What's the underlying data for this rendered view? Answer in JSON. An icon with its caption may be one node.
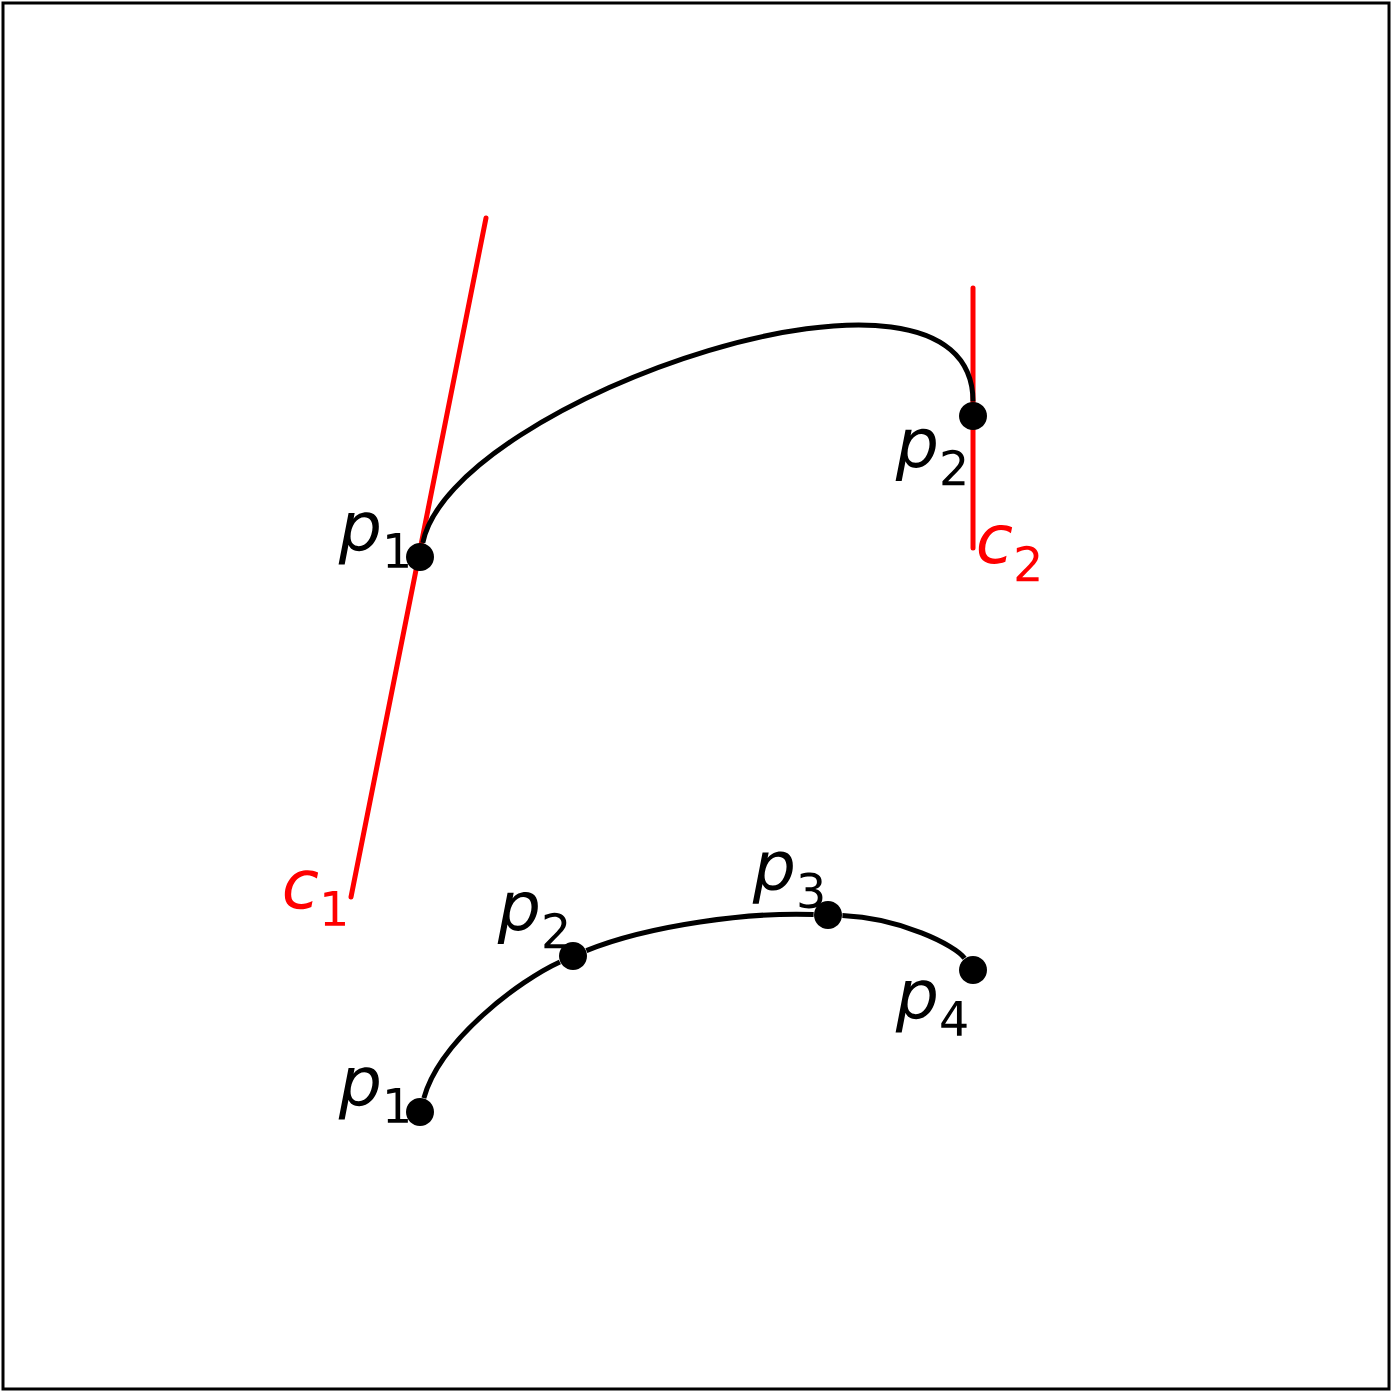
{
  "diagram": {
    "nodes": [
      {
        "text": [],
        "shape": "circle",
        "beside": [
          "*p*$_{1}$"
        ]
      },
      {
        "text": [],
        "shape": "circle",
        "beside": [
          "*p*$_{2}$"
        ]
      },
      {
        "text": [],
        "shape": "circle",
        "beside": [
          "*p*$_{1}$"
        ]
      },
      {
        "text": [],
        "shape": "circle",
        "beside": [
          "*p*$_{2}$"
        ]
      },
      {
        "text": [],
        "shape": "circle",
        "beside": [
          "*p*$_{3}$"
        ]
      },
      {
        "text": [],
        "shape": "circle",
        "beside": [
          "*p*$_{4}$"
        ]
      }
    ],
    "edges": [
      {
        "from": 0,
        "to": 1,
        "arrow": "none"
      },
      {
        "from": 2,
        "to": 3,
        "arrow": "none"
      },
      {
        "from": 3,
        "to": 4,
        "arrow": "none"
      },
      {
        "from": 4,
        "to": 5,
        "arrow": "none"
      }
    ],
    "labels": [
      "*c*$_{1}$",
      "*c*$_{2}$"
    ]
  }
}
